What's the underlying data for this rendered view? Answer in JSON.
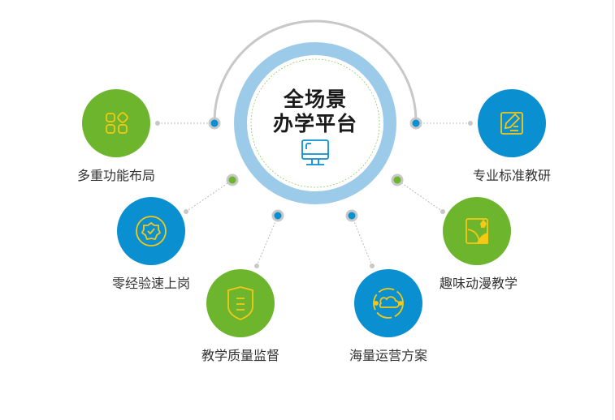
{
  "center": {
    "line1": "全场景",
    "line2": "办学平台",
    "icon": "monitor-icon"
  },
  "colors": {
    "green": "#6db52d",
    "blue": "#0a8fd1",
    "icon_yellow": "#f5c815",
    "ring": "#9ccbea",
    "arc": "#c8c8c8"
  },
  "features": [
    {
      "label": "多重功能布局",
      "icon": "apps-grid-icon",
      "color": "green"
    },
    {
      "label": "零经验速上岗",
      "icon": "badge-check-icon",
      "color": "blue"
    },
    {
      "label": "教学质量监督",
      "icon": "shield-list-icon",
      "color": "green"
    },
    {
      "label": "海量运营方案",
      "icon": "cloud-cycle-icon",
      "color": "blue"
    },
    {
      "label": "趣味动漫教学",
      "icon": "animation-icon",
      "color": "green"
    },
    {
      "label": "专业标准教研",
      "icon": "edit-document-icon",
      "color": "blue"
    }
  ]
}
